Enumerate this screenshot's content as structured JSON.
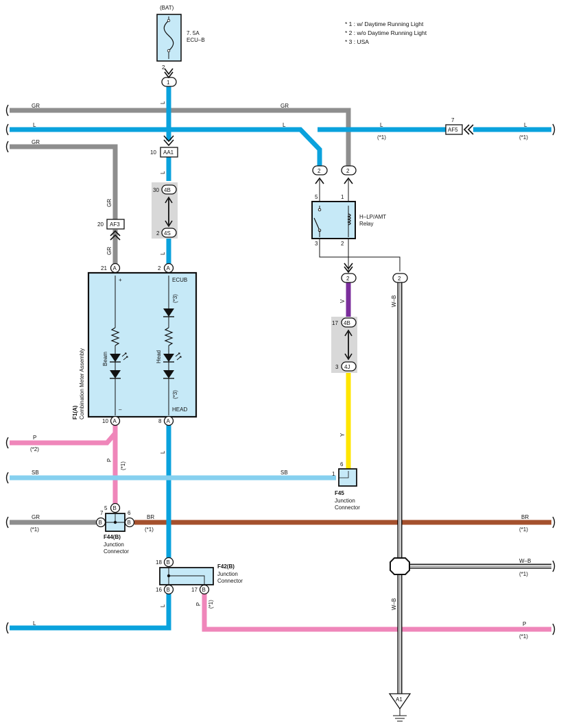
{
  "notes": [
    "* 1 : w/ Daytime Running Light",
    "* 2 : w/o Daytime Running Light",
    "* 3 : USA"
  ],
  "fuse": {
    "source": "(BAT)",
    "rating": "7. 5A",
    "name": "ECU–B",
    "pin": "2"
  },
  "colors": {
    "L": "#0aa2dd",
    "GR": "#8e8e8e",
    "P": "#ef86ba",
    "SB": "#86d0ef",
    "BR": "#a4502d",
    "V": "#7b2e9c",
    "Y": "#ffe600",
    "box": "#c6e9f7",
    "inline": "#d8d8d8"
  },
  "wire_labels": {
    "gr_top_left": "GR",
    "gr_top_mid": "GR",
    "l_top_left": "L",
    "l_top_mid": "L",
    "l_top_right1": "L",
    "l_top_right2": "L",
    "gr_second": "GR",
    "l_fuse_down": "L",
    "gr_vert_upper": "GR",
    "gr_vert_lower": "GR",
    "l_vert_upper": "L",
    "l_vert_lower": "L",
    "l_vert_after_head": "L",
    "l_vert_bottom": "L",
    "l_bottom_left": "L",
    "p_left": "P",
    "p_vert": "P",
    "sb_left": "SB",
    "sb_right": "SB",
    "gr_left": "GR",
    "br_left": "BR",
    "br_right": "BR",
    "v_vert": "V",
    "y_vert": "Y",
    "wb_upper": "W–B",
    "wb_lower": "W–B",
    "wb_right": "W–B",
    "p_bottom_vert": "P",
    "p_bottom_right": "P"
  },
  "variant_marks": {
    "l_top_right1": "(*1)",
    "l_top_right2": "(*1)",
    "p_left": "(*2)",
    "p_vert": "(*1)",
    "gr_left": "(*1)",
    "br_left": "(*1)",
    "br_right": "(*1)",
    "wb_right": "(*1)",
    "p_bottom_vert": "(*1)",
    "p_bottom_right": "(*1)",
    "head_upper": "(*3)",
    "head_lower": "(*3)"
  },
  "connectors": {
    "c1": "1",
    "c2_relay_a": "2",
    "c2_relay_b": "2",
    "c2_relay_out": "2",
    "c2_ground": "2",
    "aa1": "AA1",
    "aa1_pin": "10",
    "af3": "AF3",
    "af3_pin": "20",
    "af5": "AF5",
    "af5_pin": "7",
    "f1_a21": "A",
    "f1_a21_pin": "21",
    "f1_a2": "A",
    "f1_a2_pin": "2",
    "f1_a10": "A",
    "f1_a10_pin": "10",
    "f1_a8": "A",
    "f1_a8_pin": "8",
    "j4b_top": "4B",
    "j4b_top_pin": "30",
    "j4s": "4S",
    "j4s_pin": "2",
    "j4b_mid": "4B",
    "j4b_mid_pin": "17",
    "j4j": "4J",
    "j4j_pin": "3",
    "f44_5": "B",
    "f44_5_pin": "5",
    "f44_7": "B",
    "f44_7_pin": "7",
    "f44_6": "B",
    "f44_6_pin": "6",
    "f42_18": "B",
    "f42_18_pin": "18",
    "f42_16": "B",
    "f42_16_pin": "16",
    "f42_17": "B",
    "f42_17_pin": "17",
    "f45_pin": "1",
    "f45_pin6": "6",
    "ground": "A1"
  },
  "relay": {
    "name": "H–LP/AMT",
    "sub": "Relay",
    "pin5": "5",
    "pin1": "1",
    "pin3": "3",
    "pin2": "2"
  },
  "meter": {
    "id": "F1(A)",
    "name": "Combination Meter Assembly",
    "ecub": "ECUB",
    "head": "HEAD",
    "plus": "+",
    "minus": "–",
    "beam": "Beam",
    "head_lamp": "Head"
  },
  "junctions": {
    "f45": {
      "id": "F45",
      "l1": "Junction",
      "l2": "Connector"
    },
    "f44": {
      "id": "F44(B)",
      "l1": "Junction",
      "l2": "Connector"
    },
    "f42": {
      "id": "F42(B)",
      "l1": "Junction",
      "l2": "Connector"
    }
  }
}
